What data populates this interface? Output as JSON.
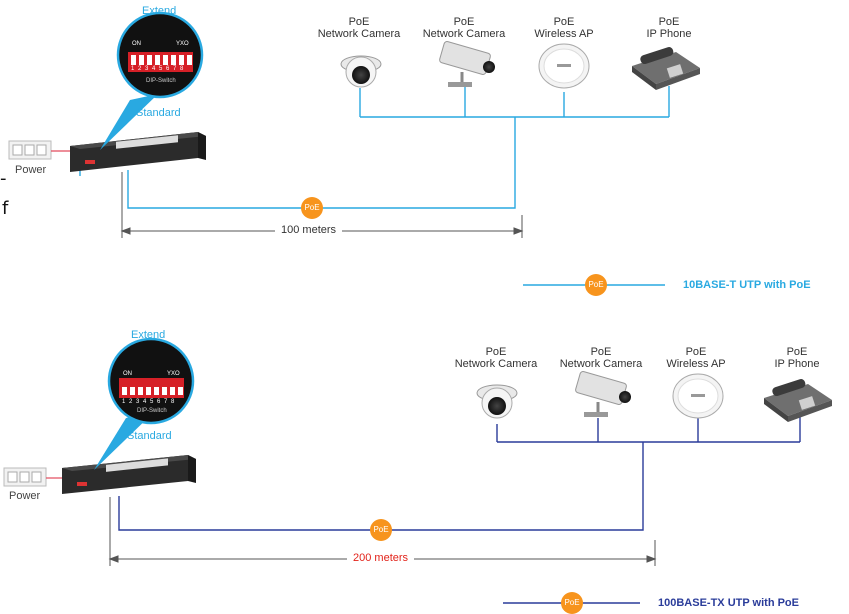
{
  "top": {
    "extend_label": "Extend",
    "standard_label": "Standard",
    "dip": {
      "on": "ON",
      "yxo": "YXO",
      "numbers": "1 2 3 4 5 6 7 8",
      "caption": "DIP-Switch"
    },
    "power_label": "Power",
    "distance": "100 meters",
    "badge": "PoE",
    "devices": [
      {
        "line1": "PoE",
        "line2": "Network Camera",
        "icon": "dome-camera-icon"
      },
      {
        "line1": "PoE",
        "line2": "Network Camera",
        "icon": "bullet-camera-icon"
      },
      {
        "line1": "PoE",
        "line2": "Wireless AP",
        "icon": "wireless-ap-icon"
      },
      {
        "line1": "PoE",
        "line2": "IP Phone",
        "icon": "ip-phone-icon"
      }
    ],
    "legend": {
      "badge": "PoE",
      "text": "10BASE-T UTP with PoE",
      "color": "#29a9e1"
    }
  },
  "bottom": {
    "extend_label": "Extend",
    "standard_label": "Standard",
    "dip": {
      "on": "ON",
      "yxo": "YXO",
      "numbers": "1 2 3 4 5 6 7 8",
      "caption": "DIP-Switch"
    },
    "power_label": "Power",
    "distance": "200 meters",
    "badge": "PoE",
    "devices": [
      {
        "line1": "PoE",
        "line2": "Network Camera",
        "icon": "dome-camera-icon"
      },
      {
        "line1": "PoE",
        "line2": "Network Camera",
        "icon": "bullet-camera-icon"
      },
      {
        "line1": "PoE",
        "line2": "Wireless AP",
        "icon": "wireless-ap-icon"
      },
      {
        "line1": "PoE",
        "line2": "IP Phone",
        "icon": "ip-phone-icon"
      }
    ],
    "legend": {
      "badge": "PoE",
      "text": "100BASE-TX UTP with PoE",
      "color": "#2a3c9a"
    }
  },
  "edge_text": {
    "a": "-",
    "b": "f"
  },
  "colors": {
    "cyan": "#29a9e1",
    "navy": "#2a3c9a",
    "poe_orange": "#f7941d",
    "distance_red": "#e2231a"
  }
}
